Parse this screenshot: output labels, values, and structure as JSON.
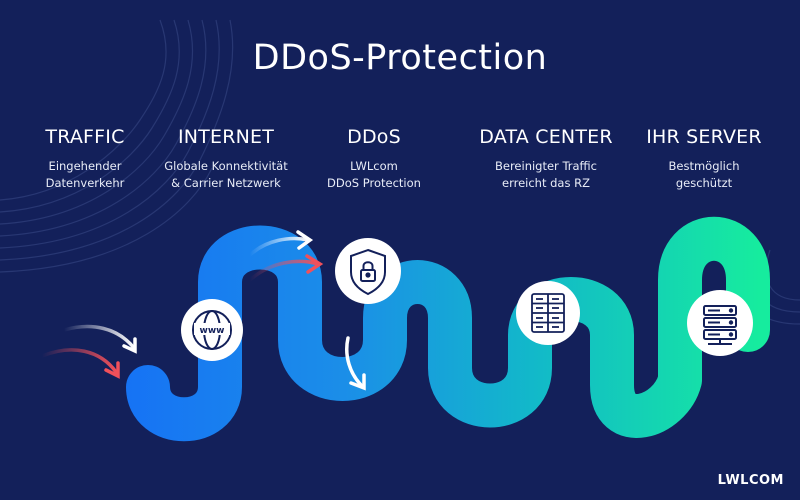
{
  "title": "DDoS-Protection",
  "steps": [
    {
      "heading": "TRAFFIC",
      "desc": [
        "Eingehender",
        "Datenverkehr"
      ],
      "icon": "none"
    },
    {
      "heading": "INTERNET",
      "desc": [
        "Globale Konnektivität",
        "& Carrier Netzwerk"
      ],
      "icon": "www-globe-icon"
    },
    {
      "heading": "DDoS",
      "desc": [
        "LWLcom",
        "DDoS Protection"
      ],
      "icon": "shield-lock-icon"
    },
    {
      "heading": "DATA CENTER",
      "desc": [
        "Bereinigter Traffic",
        "erreicht das RZ"
      ],
      "icon": "server-rack-icon"
    },
    {
      "heading": "IHR SERVER",
      "desc": [
        "Bestmöglich",
        "geschützt"
      ],
      "icon": "server-icon"
    }
  ],
  "logo": "LWLCOM",
  "colors": {
    "background": "#13205a",
    "path_start": "#1677f2",
    "path_end": "#15e8a3",
    "attack_arrow": "#f0505a",
    "clean_arrow": "#ffffff"
  }
}
